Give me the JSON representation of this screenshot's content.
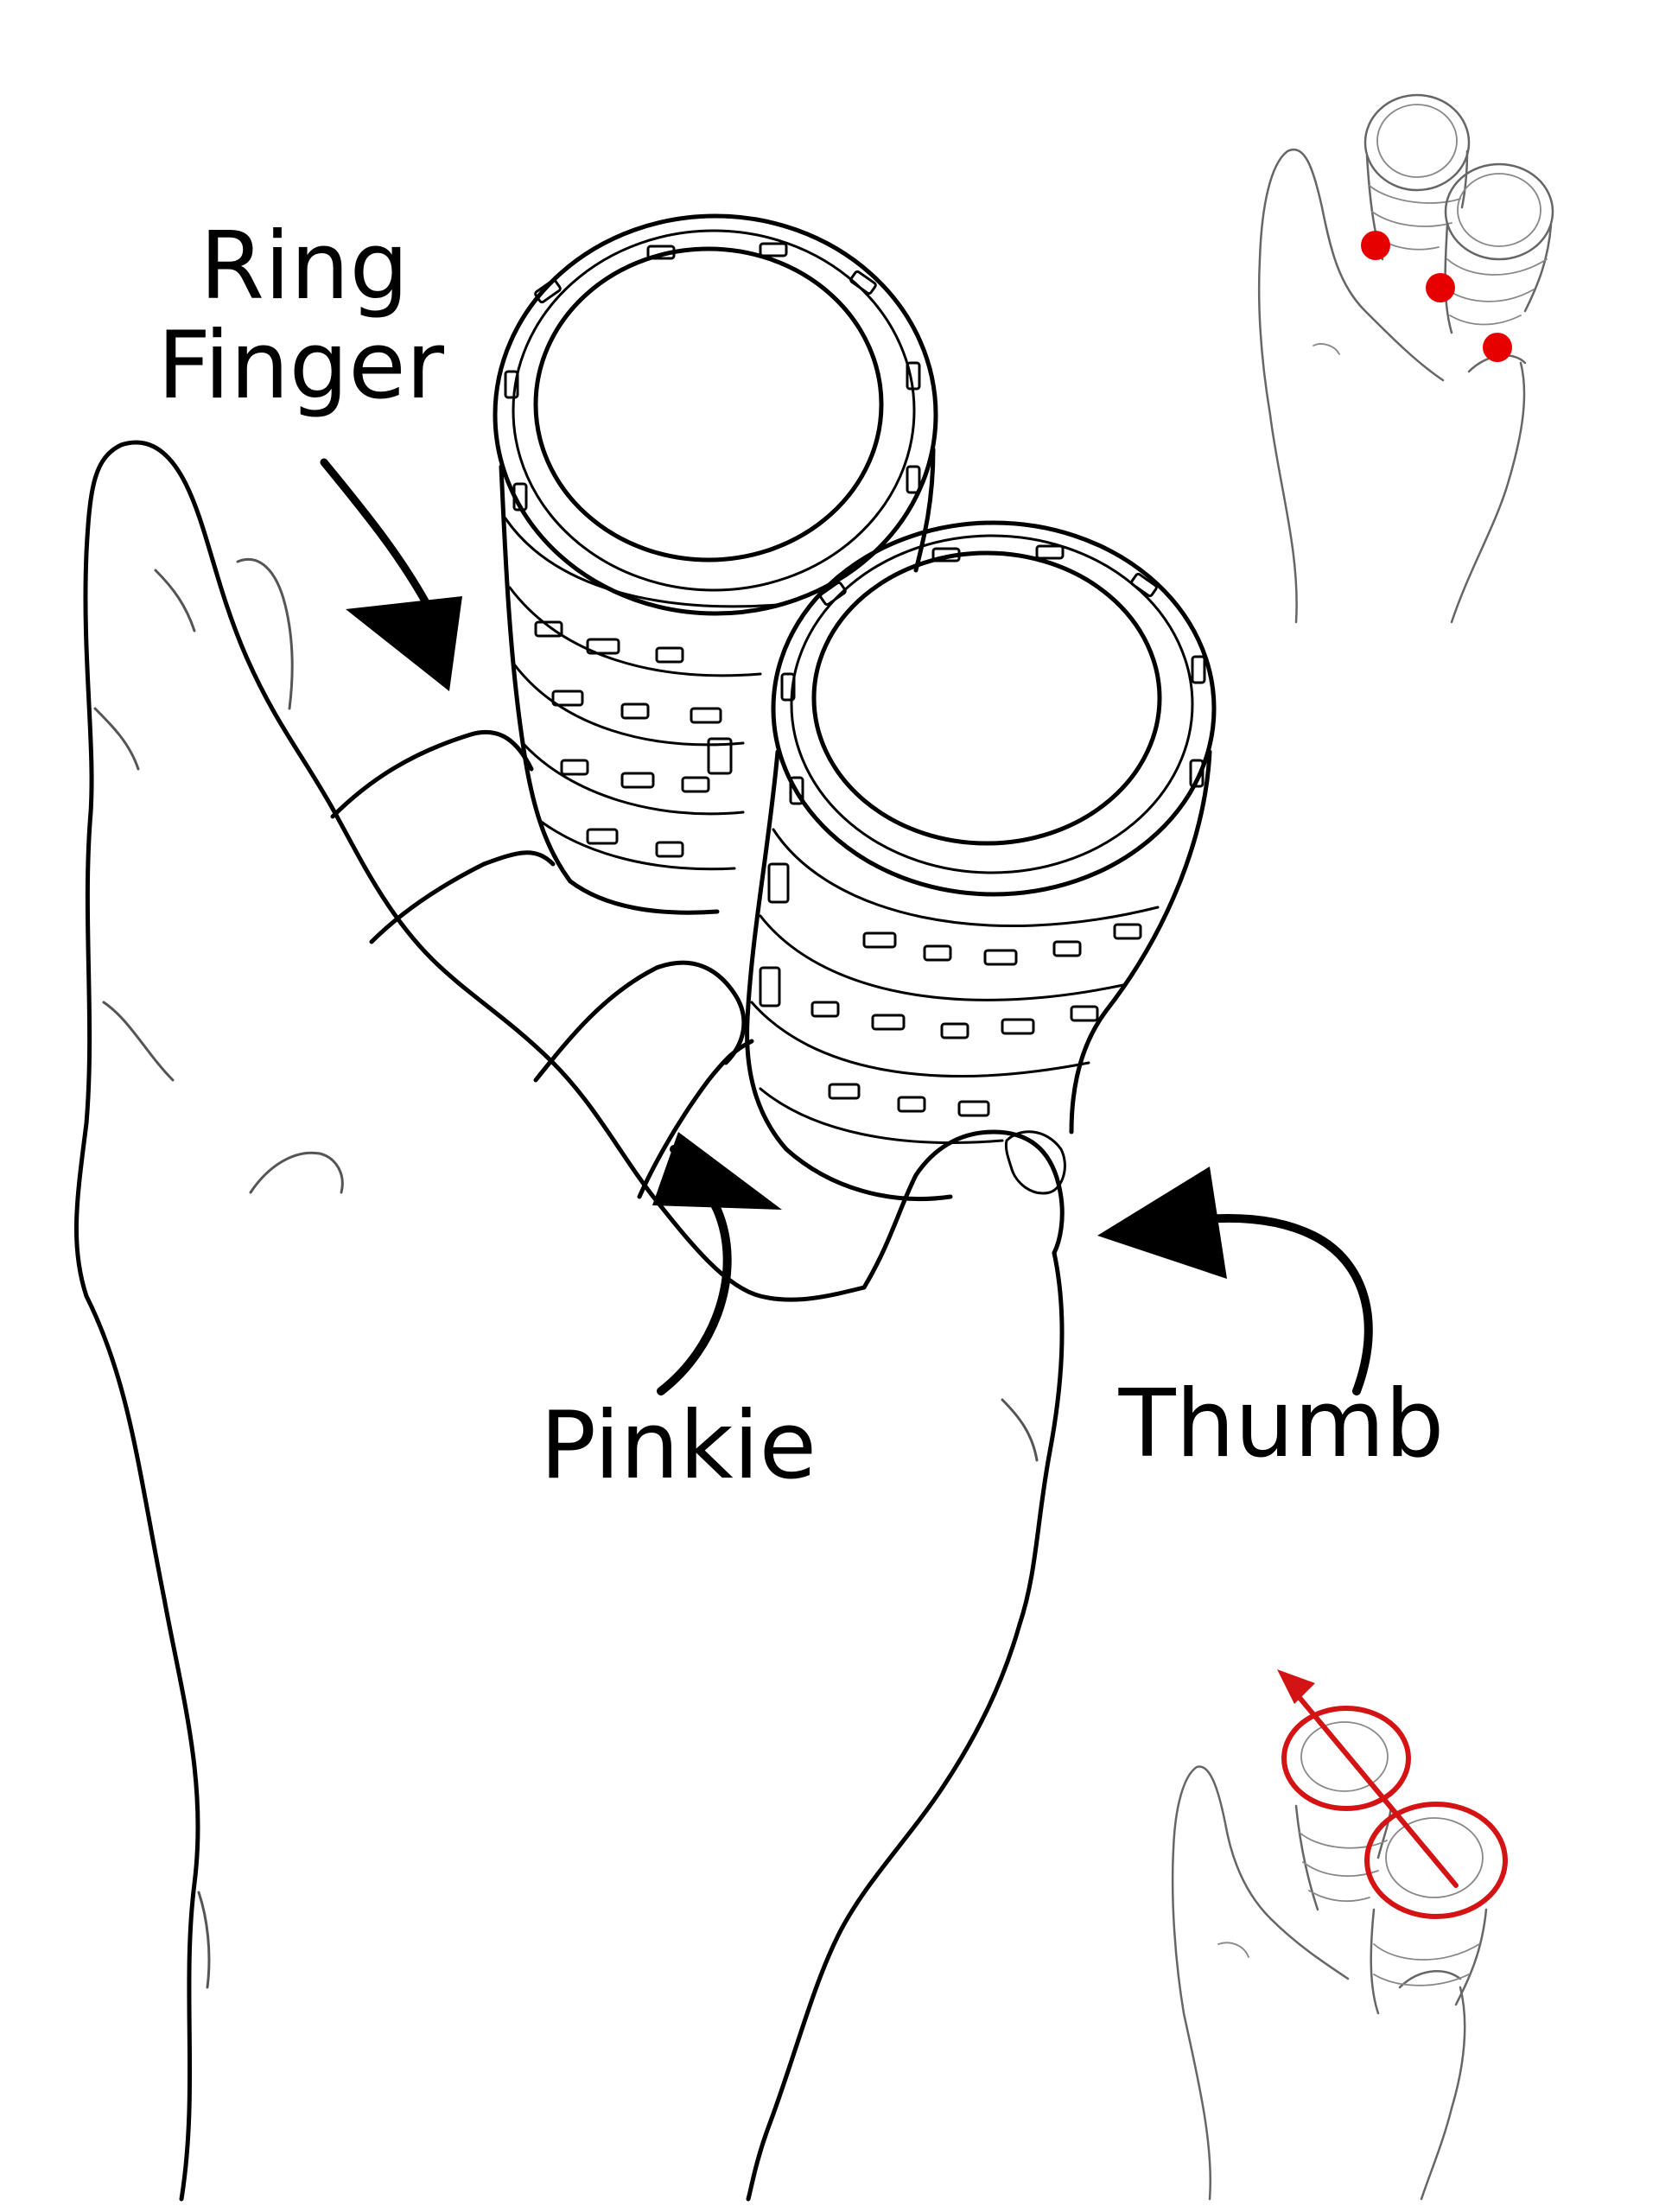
{
  "labels": {
    "ring_finger_line1": "Ring",
    "ring_finger_line2": "Finger",
    "pinkie": "Pinkie",
    "thumb": "Thumb"
  },
  "colors": {
    "ink": "#000000",
    "background": "#ffffff",
    "highlight": "#e60000"
  },
  "insets": {
    "top_right": {
      "marker_count": 3,
      "marker_color": "#e60000"
    },
    "bottom_right": {
      "ring_count": 2,
      "arrow_color": "#d41414"
    }
  }
}
